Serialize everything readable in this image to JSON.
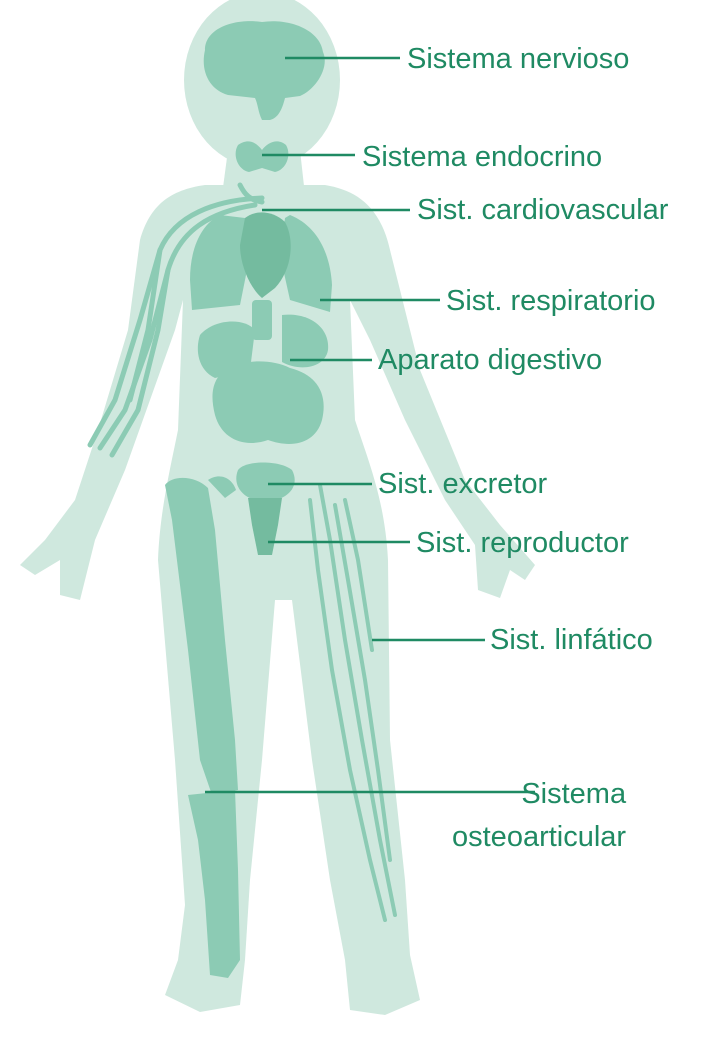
{
  "colors": {
    "silhouette": "#cfe8de",
    "organ": "#8ccbb4",
    "organ_dark": "#74bb9f",
    "line": "#1f8a63",
    "text": "#1f8a63"
  },
  "labels": {
    "nervioso": "Sistema nervioso",
    "endocrino": "Sistema endocrino",
    "cardiovascular": "Sist. cardiovascular",
    "respiratorio": "Sist. respiratorio",
    "digestivo": "Aparato digestivo",
    "excretor": "Sist. excretor",
    "reproductor": "Sist. reproductor",
    "linfatico": "Sist. linfático",
    "osteoarticular": "Sistema\nosteoarticular"
  }
}
